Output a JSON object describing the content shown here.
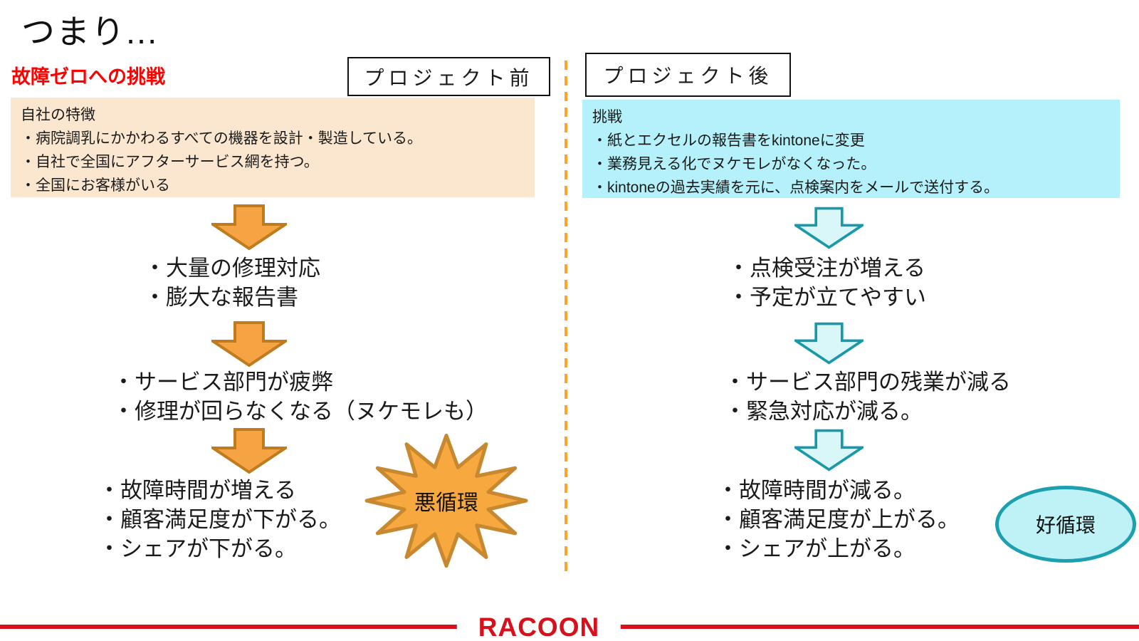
{
  "slide": {
    "title": "つまり...",
    "heading": "故障ゼロへの挑戦",
    "column_labels": {
      "before": "プロジェクト前",
      "after": "プロジェクト後"
    },
    "before": {
      "intro": {
        "title": "自社の特徴",
        "bullets": [
          "・病院調乳にかかわるすべての機器を設計・製造している。",
          "・自社で全国にアフターサービス網を持つ。",
          "・全国にお客様がいる"
        ]
      },
      "steps": [
        {
          "lines": [
            "・大量の修理対応",
            "・膨大な報告書"
          ]
        },
        {
          "lines": [
            "・サービス部門が疲弊",
            "・修理が回らなくなる（ヌケモレも）"
          ]
        },
        {
          "lines": [
            "・故障時間が増える",
            "・顧客満足度が下がる。",
            "・シェアが下がる。"
          ]
        }
      ],
      "badge": "悪循環"
    },
    "after": {
      "intro": {
        "title": "挑戦",
        "bullets": [
          "・紙とエクセルの報告書をkintoneに変更",
          "・業務見える化でヌケモレがなくなった。",
          "・kintoneの過去実績を元に、点検案内をメールで送付する。"
        ]
      },
      "steps": [
        {
          "lines": [
            "・点検受注が増える",
            "・予定が立てやすい"
          ]
        },
        {
          "lines": [
            "・サービス部門の残業が減る",
            "・緊急対応が減る。"
          ]
        },
        {
          "lines": [
            "・故障時間が減る。",
            "・顧客満足度が上がる。",
            "・シェアが上がる。"
          ]
        }
      ],
      "badge": "好循環"
    },
    "footer": {
      "logo": "RACOON"
    }
  },
  "colors": {
    "heading_red": "#ff0000",
    "before_panel_bg": "#fbe7cf",
    "after_panel_bg": "#b4f1fa",
    "before_arrow_fill": "#f6a344",
    "before_arrow_border": "#bf7b1d",
    "after_arrow_fill": "#d9f7f9",
    "after_arrow_border": "#1898a8",
    "star_badge_fill": "#f7a93f",
    "star_badge_border": "#c8882f",
    "ellipse_badge_fill": "#bff2f7",
    "ellipse_badge_border": "#1ca0af",
    "divider_orange": "#ffa426",
    "footer_red": "#d8101c"
  }
}
